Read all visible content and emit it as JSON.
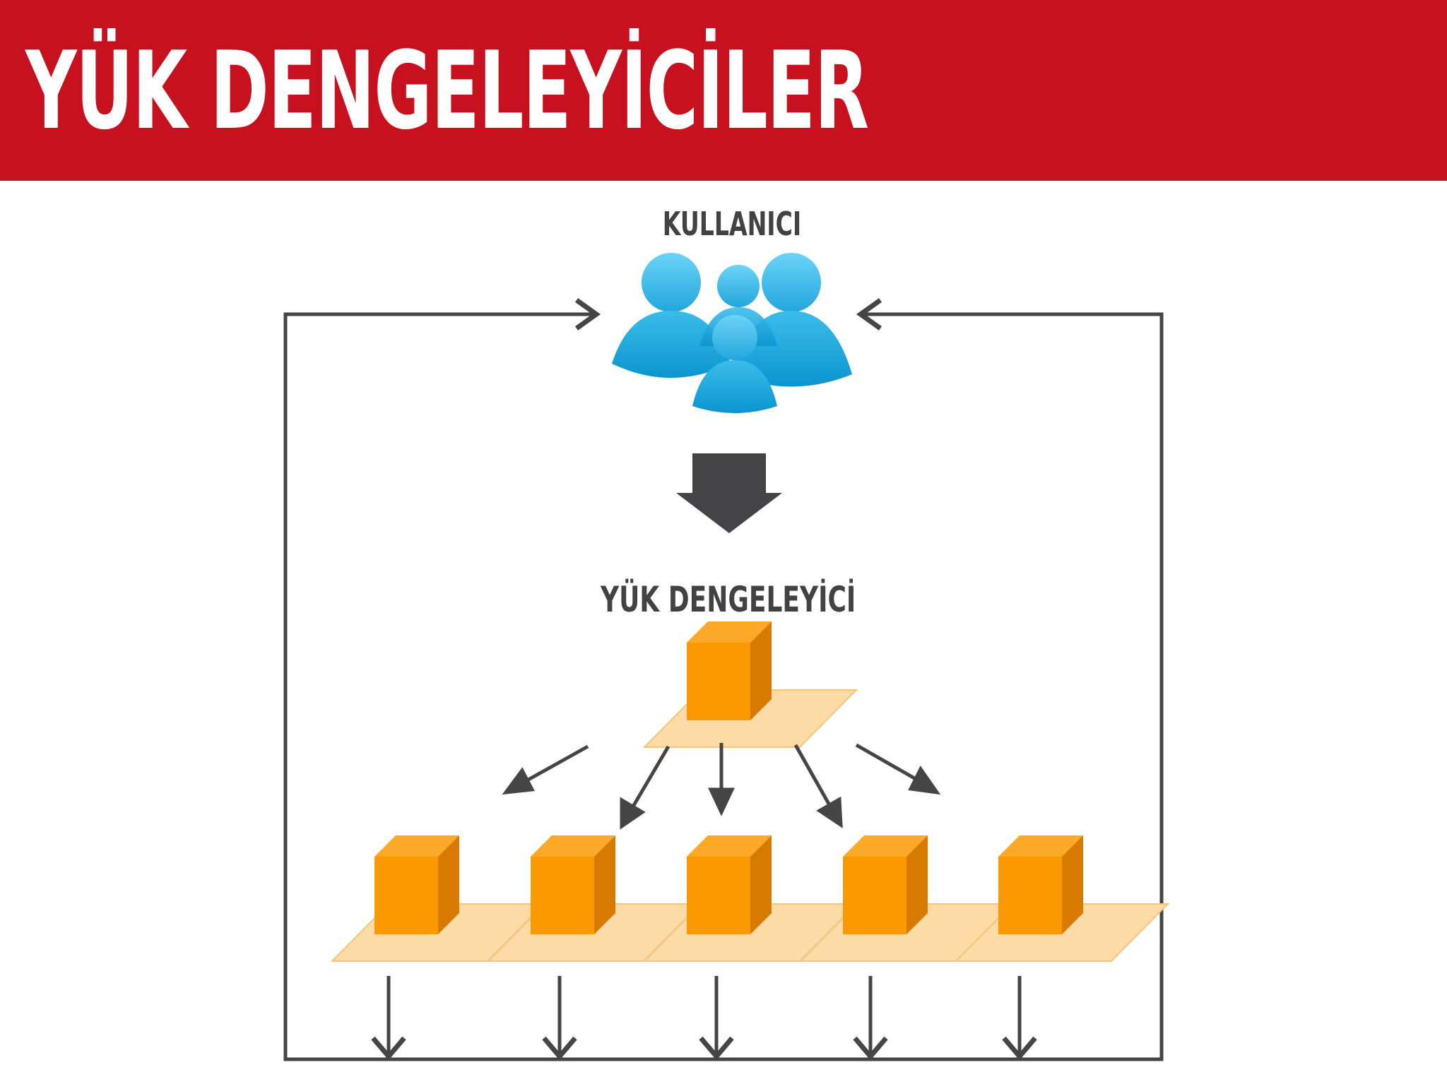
{
  "header": {
    "title": "YÜK DENGELEYİCİLER",
    "background_color": "#c8111f"
  },
  "diagram": {
    "user_label": "KULLANICI",
    "load_balancer_label": "YÜK DENGELEYİCİ",
    "server_count": 5,
    "colors": {
      "user_icon": "#29aee3",
      "server_cube": "#fb9a00",
      "server_platform": "#fbd9a3",
      "arrow": "#454545"
    }
  }
}
